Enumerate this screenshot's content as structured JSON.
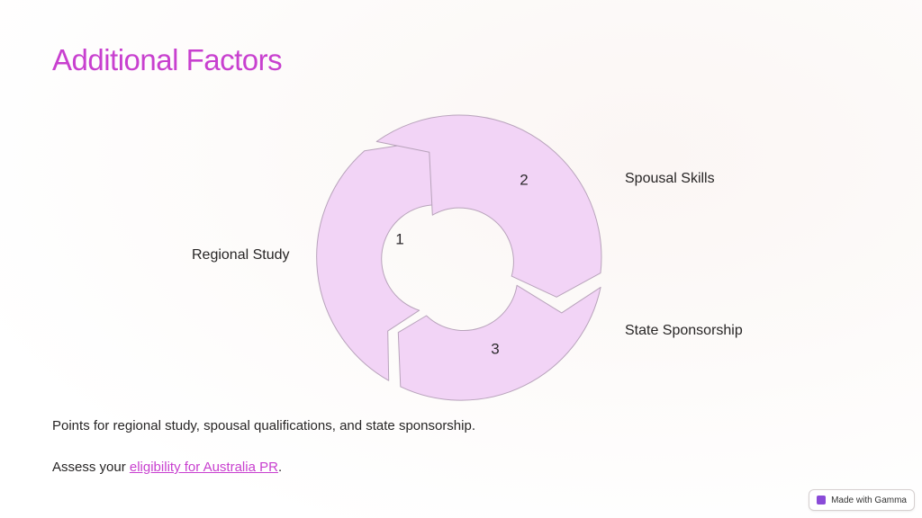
{
  "title": "Additional Factors",
  "cycle": {
    "segments": [
      {
        "number": "1",
        "label": "Regional Study"
      },
      {
        "number": "2",
        "label": "Spousal Skills"
      },
      {
        "number": "3",
        "label": "State Sponsorship"
      }
    ],
    "fill_color": "#f2d4f6"
  },
  "description": "Points for regional study, spousal qualifications, and state sponsorship.",
  "cta": {
    "prefix": "Assess your ",
    "link_text": "eligibility for Australia PR",
    "suffix": "."
  },
  "badge": {
    "label": "Made with Gamma",
    "icon": "gamma-logo-icon"
  },
  "colors": {
    "accent": "#c840cf",
    "text": "#272525"
  }
}
